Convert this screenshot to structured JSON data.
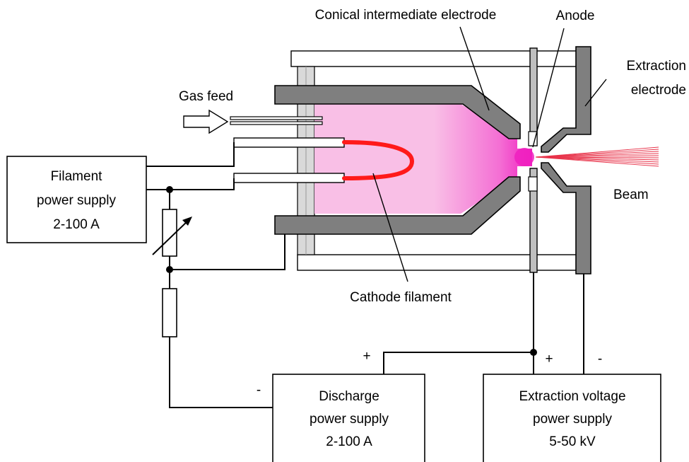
{
  "labels": {
    "conical_electrode": "Conical intermediate electrode",
    "anode": "Anode",
    "extraction_line1": "Extraction",
    "extraction_line2": "electrode",
    "gas_feed": "Gas feed",
    "beam": "Beam",
    "cathode_filament": "Cathode filament"
  },
  "filament_supply": {
    "line1": "Filament",
    "line2": "power supply",
    "line3": "2-100 A"
  },
  "discharge_supply": {
    "line1": "Discharge",
    "line2": "power supply",
    "line3": "2-100 A"
  },
  "extraction_supply": {
    "line1": "Extraction voltage",
    "line2": "power supply",
    "line3": "5-50 kV"
  },
  "polarity": {
    "discharge_plus": "+",
    "discharge_minus": "-",
    "extraction_plus": "+",
    "extraction_minus": "-"
  },
  "colors": {
    "plasma": "#f9bfe6",
    "plasma_core": "#f33ec8",
    "filament": "#ff1a1a",
    "electrode": "#7f7f7f",
    "beam": "#e8334a"
  }
}
